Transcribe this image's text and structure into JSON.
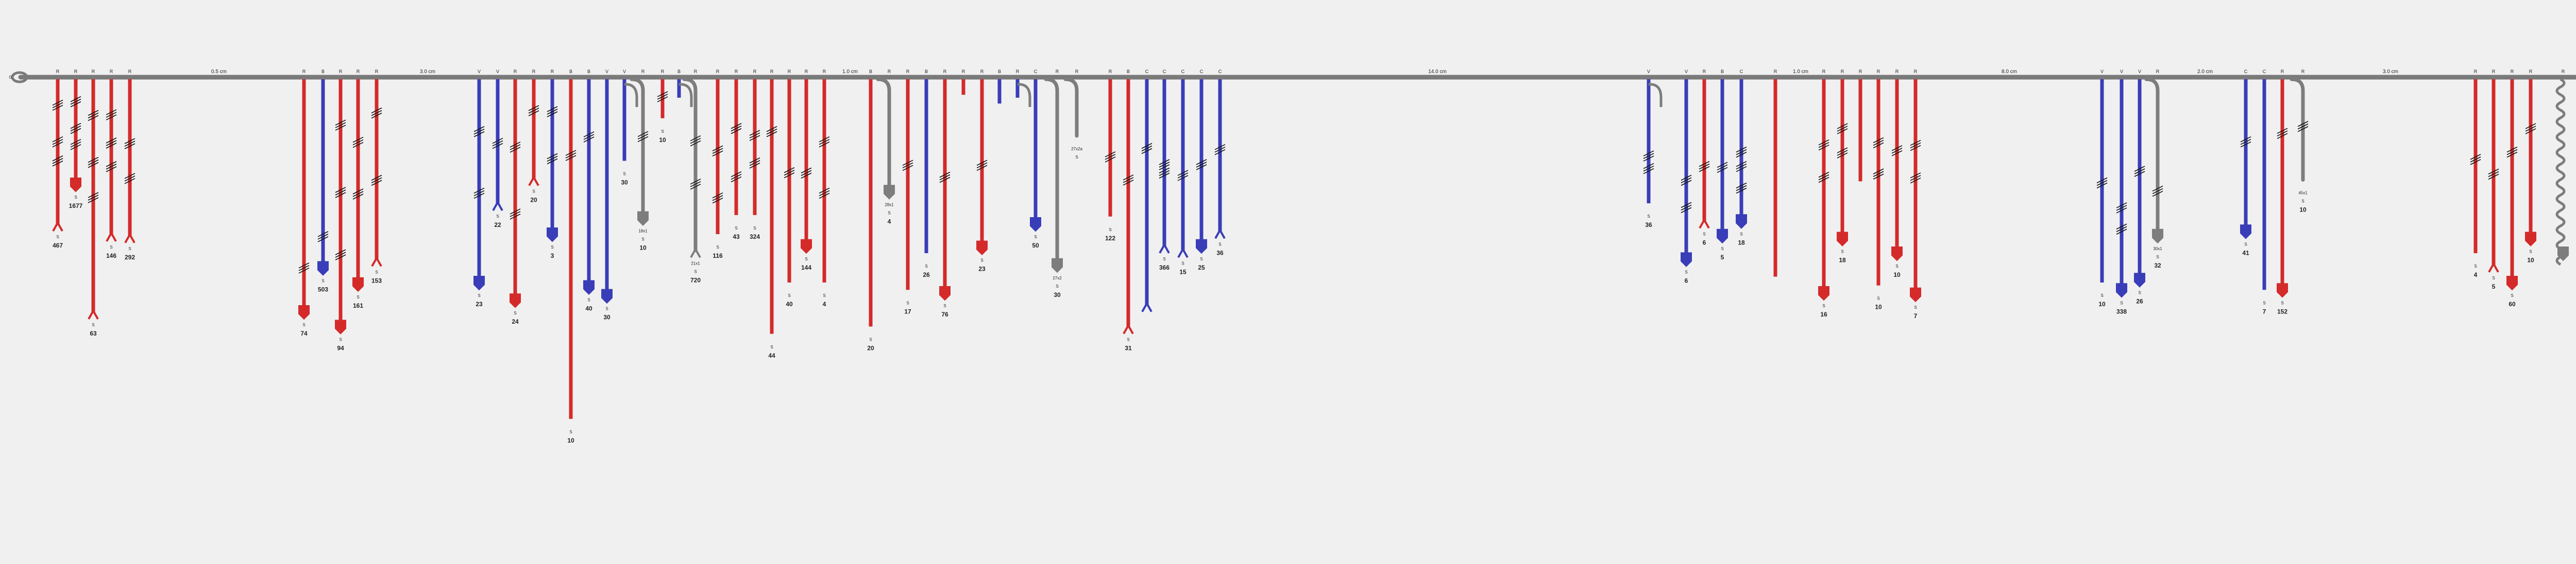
{
  "colors": {
    "background": "#f0f0f0",
    "axis": "#7a7a7a",
    "red": "#d42a2a",
    "blue": "#3a3db8",
    "gray": "#7d7d7d",
    "text": "#222222"
  },
  "root_label": "0",
  "spans": [
    {
      "label": "0.5 cm"
    },
    {
      "label": "3.0 cm"
    },
    {
      "label": "1.0 cm"
    },
    {
      "label": "14.0 cm"
    },
    {
      "label": "1.0 cm"
    },
    {
      "label": "8.0 cm"
    },
    {
      "label": "2.0 cm"
    },
    {
      "label": "3.0 cm"
    }
  ],
  "branches": [
    {
      "code": "R",
      "color": "red",
      "len": 100,
      "sep": 7,
      "wts": [
        3
      ],
      "id": "",
      "cnt": "",
      "num": "467",
      "tip": "open",
      "hash": [
        0.17,
        0.42,
        0.55
      ]
    },
    {
      "code": "R",
      "color": "red",
      "len": 73,
      "sep": 2,
      "wts": [],
      "id": "",
      "cnt": "",
      "num": "1677",
      "tip": "closed",
      "hash": [
        0.2,
        0.45,
        0.6
      ]
    },
    {
      "code": "R",
      "color": "red",
      "len": 160,
      "sep": 4,
      "wts": [],
      "id": "",
      "cnt": "",
      "num": "63",
      "tip": "open",
      "hash": [
        0.15,
        0.35,
        0.5
      ]
    },
    {
      "code": "R",
      "color": "red",
      "len": 107,
      "sep": 3,
      "wts": [],
      "id": "",
      "cnt": "",
      "num": "146",
      "tip": "open",
      "hash": [
        0.22,
        0.4,
        0.55
      ]
    },
    {
      "code": "R",
      "color": "red",
      "len": 108,
      "sep": 6,
      "wts": [],
      "id": "",
      "cnt": "",
      "num": "292",
      "tip": "open",
      "hash": [
        0.4,
        0.62
      ]
    },
    {
      "code": "R",
      "color": "red",
      "len": 160,
      "sep": 5,
      "wts": [
        4
      ],
      "id": "",
      "cnt": "",
      "num": "74",
      "tip": "closed",
      "hash": [
        0.8
      ]
    },
    {
      "code": "B",
      "color": "blue",
      "len": 130,
      "sep": 3,
      "wts": [],
      "id": "",
      "cnt": "",
      "num": "503",
      "tip": "closed",
      "hash": [
        0.82
      ]
    },
    {
      "code": "R",
      "color": "red",
      "len": 170,
      "sep": 2,
      "wts": [],
      "id": "",
      "cnt": "",
      "num": "94",
      "tip": "closed",
      "hash": [
        0.18,
        0.45,
        0.7
      ]
    },
    {
      "code": "R",
      "color": "red",
      "len": 141,
      "sep": 6,
      "wts": [],
      "id": "",
      "cnt": "",
      "num": "161",
      "tip": "closed",
      "hash": [
        0.3,
        0.55
      ]
    },
    {
      "code": "R",
      "color": "red",
      "len": 124,
      "sep": 3,
      "wts": [],
      "id": "",
      "cnt": "",
      "num": "153",
      "tip": "open",
      "hash": [
        0.18,
        0.55
      ]
    },
    {
      "code": "V",
      "color": "blue",
      "len": 140,
      "sep": 4,
      "wts": [],
      "id": "",
      "cnt": "",
      "num": "23",
      "tip": "closed",
      "hash": [
        0.25,
        0.55
      ]
    },
    {
      "code": "V",
      "color": "blue",
      "len": 86,
      "sep": 3,
      "wts": [],
      "id": "",
      "cnt": "",
      "num": "22",
      "tip": "open",
      "hash": [
        0.5
      ]
    },
    {
      "code": "R",
      "color": "red",
      "len": 152,
      "sep": 3,
      "wts": [],
      "id": "",
      "cnt": "",
      "num": "24",
      "tip": "closed",
      "hash": [
        0.3,
        0.6
      ]
    },
    {
      "code": "R",
      "color": "red",
      "len": 69,
      "sep": 3,
      "wts": [],
      "id": "",
      "cnt": "",
      "num": "20",
      "tip": "open",
      "hash": [
        0.3
      ]
    },
    {
      "code": "R",
      "color": "blue",
      "len": 107,
      "sep": 3,
      "wts": [],
      "id": "",
      "cnt": "",
      "num": "3",
      "tip": "closed",
      "hash": [
        0.2,
        0.5
      ]
    },
    {
      "code": "B",
      "color": "red",
      "len": 233,
      "sep": 6,
      "wts": [],
      "id": "",
      "cnt": "",
      "num": "10",
      "tip": "none",
      "hash": [
        0.22
      ]
    },
    {
      "code": "B",
      "color": "blue",
      "len": 143,
      "sep": 5,
      "wts": [],
      "id": "",
      "cnt": "",
      "num": "40",
      "tip": "closed",
      "hash": [
        0.27
      ]
    },
    {
      "code": "V",
      "color": "blue",
      "len": 149,
      "sep": 5,
      "wts": [],
      "id": "",
      "cnt": "",
      "num": "30",
      "tip": "closed",
      "hash": []
    },
    {
      "code": "V",
      "color": "blue",
      "len": 57,
      "sep": 4,
      "wts": [],
      "id": "",
      "cnt": "",
      "num": "30",
      "tip": "none",
      "hash": [],
      "loop": true
    },
    {
      "code": "R",
      "color": "gray",
      "len": 96,
      "sep": 6,
      "wts": [],
      "id": "18x1",
      "cnt": "",
      "num": "10",
      "tip": "closed",
      "hash": [
        0.4
      ],
      "gray_curl": true
    },
    {
      "code": "R",
      "color": "red",
      "len": 28,
      "sep": 2,
      "wts": [],
      "id": "",
      "cnt": "",
      "num": "10",
      "tip": "none",
      "hash": [
        0.4
      ]
    },
    {
      "code": "B",
      "color": "blue",
      "len": 14,
      "sep": 2,
      "wts": [],
      "id": "",
      "cnt": "",
      "num": "",
      "tip": "none",
      "hash": [],
      "loop": true
    },
    {
      "code": "R",
      "color": "gray",
      "len": 118,
      "sep": 4,
      "wts": [],
      "id": "21x1",
      "cnt": "",
      "num": "720",
      "tip": "open",
      "hash": [
        0.35,
        0.6
      ],
      "gray_curl": true
    },
    {
      "code": "R",
      "color": "red",
      "len": 107,
      "sep": 3,
      "wts": [],
      "id": "",
      "cnt": "",
      "num": "116",
      "tip": "none",
      "hash": [
        0.45,
        0.75
      ]
    },
    {
      "code": "R",
      "color": "red",
      "len": 94,
      "sep": 4,
      "wts": [],
      "id": "",
      "cnt": "",
      "num": "43",
      "tip": "none",
      "hash": [
        0.35,
        0.7
      ]
    },
    {
      "code": "R",
      "color": "red",
      "len": 94,
      "sep": 4,
      "wts": [],
      "id": "",
      "cnt": "",
      "num": "324",
      "tip": "none",
      "hash": [
        0.4,
        0.6
      ]
    },
    {
      "code": "R",
      "color": "red",
      "len": 175,
      "sep": 3,
      "wts": [],
      "id": "",
      "cnt": "",
      "num": "44",
      "tip": "none",
      "hash": [
        0.2
      ]
    },
    {
      "code": "R",
      "color": "red",
      "len": 140,
      "sep": 5,
      "wts": [],
      "id": "",
      "cnt": "",
      "num": "40",
      "tip": "none",
      "hash": [
        0.45
      ]
    },
    {
      "code": "R",
      "color": "red",
      "len": 115,
      "sep": 3,
      "wts": [],
      "id": "",
      "cnt": "",
      "num": "144",
      "tip": "closed",
      "hash": [
        0.55
      ]
    },
    {
      "code": "R",
      "color": "red",
      "len": 140,
      "sep": 4,
      "wts": [],
      "id": "",
      "cnt": "",
      "num": "4",
      "tip": "none",
      "hash": [
        0.3,
        0.55
      ]
    },
    {
      "code": "B",
      "color": "red",
      "len": 170,
      "sep": 3,
      "wts": [],
      "id": "",
      "cnt": "",
      "num": "20",
      "tip": "none",
      "hash": []
    },
    {
      "code": "R",
      "color": "gray",
      "len": 78,
      "sep": 5,
      "wts": [],
      "id": "28x1",
      "cnt": "",
      "num": "4",
      "tip": "closed",
      "hash": [],
      "gray_curl": true
    },
    {
      "code": "R",
      "color": "red",
      "len": 145,
      "sep": 3,
      "wts": [],
      "id": "",
      "cnt": "",
      "num": "17",
      "tip": "none",
      "hash": [
        0.4
      ]
    },
    {
      "code": "B",
      "color": "blue",
      "len": 120,
      "sep": 5,
      "wts": [],
      "id": "",
      "cnt": "",
      "num": "26",
      "tip": "none",
      "hash": []
    },
    {
      "code": "R",
      "color": "red",
      "len": 147,
      "sep": 5,
      "wts": [],
      "id": "",
      "cnt": "",
      "num": "76",
      "tip": "closed",
      "hash": [
        0.45
      ]
    },
    {
      "code": "R",
      "color": "red",
      "len": 12,
      "sep": 0,
      "wts": [],
      "id": "",
      "cnt": "",
      "num": "",
      "tip": "none",
      "hash": []
    },
    {
      "code": "R",
      "color": "red",
      "len": 116,
      "sep": 2,
      "wts": [],
      "id": "",
      "cnt": "",
      "num": "23",
      "tip": "closed",
      "hash": [
        0.5
      ]
    },
    {
      "code": "B",
      "color": "blue",
      "len": 18,
      "sep": 1,
      "wts": [],
      "id": "",
      "cnt": "",
      "num": "",
      "tip": "none",
      "hash": []
    },
    {
      "code": "R",
      "color": "blue",
      "len": 14,
      "sep": 1,
      "wts": [],
      "id": "",
      "cnt": "",
      "num": "",
      "tip": "none",
      "hash": [],
      "loop": true
    },
    {
      "code": "C",
      "color": "blue",
      "len": 100,
      "sep": 4,
      "wts": [],
      "id": "",
      "cnt": "",
      "num": "50",
      "tip": "closed",
      "hash": []
    },
    {
      "code": "R",
      "color": "gray",
      "len": 128,
      "sep": 6,
      "wts": [],
      "id": "27x2",
      "cnt": "",
      "num": "30",
      "tip": "closed",
      "hash": [],
      "gray_curl": true
    },
    {
      "code": "R",
      "color": "gray",
      "len": 40,
      "sep": 3,
      "wts": [],
      "id": "27x2a",
      "cnt": "",
      "num": "",
      "tip": "none",
      "hash": [],
      "gray_curl": true
    },
    {
      "code": "R",
      "color": "red",
      "len": 95,
      "sep": 4,
      "wts": [],
      "id": "",
      "cnt": "",
      "num": "122",
      "tip": "none",
      "hash": [
        0.55
      ]
    },
    {
      "code": "B",
      "color": "red",
      "len": 170,
      "sep": 4,
      "wts": [],
      "id": "",
      "cnt": "",
      "num": "31",
      "tip": "open",
      "hash": [
        0.4
      ]
    },
    {
      "code": "C",
      "color": "blue",
      "len": 155,
      "sep": 4,
      "wts": [],
      "id": "",
      "cnt": "",
      "num": "",
      "tip": "open",
      "hash": [
        0.3
      ]
    },
    {
      "code": "C",
      "color": "blue",
      "len": 115,
      "sep": 4,
      "wts": [],
      "id": "",
      "cnt": "",
      "num": "366",
      "tip": "open",
      "hash": [
        0.5,
        0.55
      ]
    },
    {
      "code": "C",
      "color": "blue",
      "len": 118,
      "sep": 4,
      "wts": [],
      "id": "",
      "cnt": "",
      "num": "15",
      "tip": "open",
      "hash": [
        0.55
      ]
    },
    {
      "code": "C",
      "color": "blue",
      "len": 115,
      "sep": 4,
      "wts": [],
      "id": "",
      "cnt": "",
      "num": "25",
      "tip": "closed",
      "hash": [
        0.5
      ]
    },
    {
      "code": "C",
      "color": "blue",
      "len": 105,
      "sep": 2,
      "wts": [],
      "id": "",
      "cnt": "",
      "num": "36",
      "tip": "open",
      "hash": [
        0.45
      ]
    },
    {
      "code": "V",
      "color": "blue",
      "len": 86,
      "sep": 4,
      "wts": [],
      "id": "",
      "cnt": "",
      "num": "36",
      "tip": "none",
      "hash": [
        0.6,
        0.7
      ],
      "loop": true
    },
    {
      "code": "V",
      "color": "blue",
      "len": 124,
      "sep": 4,
      "wts": [],
      "id": "",
      "cnt": "",
      "num": "6",
      "tip": "closed",
      "hash": [
        0.55,
        0.7
      ]
    },
    {
      "code": "R",
      "color": "red",
      "len": 98,
      "sep": 6,
      "wts": [],
      "id": "",
      "cnt": "",
      "num": "6",
      "tip": "open",
      "hash": [
        0.6
      ]
    },
    {
      "code": "B",
      "color": "blue",
      "len": 108,
      "sep": 4,
      "wts": [],
      "id": "",
      "cnt": "",
      "num": "5",
      "tip": "closed",
      "hash": [
        0.55
      ]
    },
    {
      "code": "C",
      "color": "blue",
      "len": 98,
      "sep": 3,
      "wts": [],
      "id": "",
      "cnt": "",
      "num": "18",
      "tip": "closed",
      "hash": [
        0.5,
        0.6,
        0.75
      ]
    },
    {
      "code": "R",
      "color": "red",
      "len": 136,
      "sep": 4,
      "wts": [],
      "id": "",
      "cnt": "",
      "num": "",
      "tip": "none",
      "hash": []
    },
    {
      "code": "R",
      "color": "red",
      "len": 147,
      "sep": 4,
      "wts": [],
      "id": "",
      "cnt": "",
      "num": "16",
      "tip": "closed",
      "hash": [
        0.3,
        0.45
      ]
    },
    {
      "code": "R",
      "color": "red",
      "len": 110,
      "sep": 5,
      "wts": [],
      "id": "",
      "cnt": "",
      "num": "18",
      "tip": "closed",
      "hash": [
        0.3,
        0.45
      ]
    },
    {
      "code": "R",
      "color": "red",
      "len": 71,
      "sep": 2,
      "wts": [],
      "id": "",
      "cnt": "",
      "num": "",
      "tip": "none",
      "hash": []
    },
    {
      "code": "R",
      "color": "red",
      "len": 142,
      "sep": 5,
      "wts": [],
      "id": "",
      "cnt": "",
      "num": "10",
      "tip": "none",
      "hash": [
        0.3,
        0.45
      ]
    },
    {
      "code": "R",
      "color": "red",
      "len": 120,
      "sep": 3,
      "wts": [],
      "id": "",
      "cnt": "",
      "num": "10",
      "tip": "closed",
      "hash": [
        0.4
      ]
    },
    {
      "code": "R",
      "color": "red",
      "len": 148,
      "sep": 3,
      "wts": [],
      "id": "",
      "cnt": "",
      "num": "7",
      "tip": "closed",
      "hash": [
        0.3,
        0.45
      ]
    },
    {
      "code": "V",
      "color": "blue",
      "len": 140,
      "sep": 3,
      "wts": [],
      "id": "",
      "cnt": "",
      "num": "10",
      "tip": "none",
      "hash": [
        0.5
      ]
    },
    {
      "code": "V",
      "color": "blue",
      "len": 145,
      "sep": 3,
      "wts": [],
      "id": "",
      "cnt": "",
      "num": "338",
      "tip": "closed",
      "hash": [
        0.6,
        0.7
      ]
    },
    {
      "code": "V",
      "color": "blue",
      "len": 138,
      "sep": 5,
      "wts": [],
      "id": "",
      "cnt": "",
      "num": "26",
      "tip": "closed",
      "hash": [
        0.45
      ]
    },
    {
      "code": "R",
      "color": "gray",
      "len": 108,
      "sep": 5,
      "wts": [],
      "id": "30x1",
      "cnt": "",
      "num": "32",
      "tip": "closed",
      "hash": [
        0.7
      ],
      "gray_curl": true
    },
    {
      "code": "C",
      "color": "blue",
      "len": 105,
      "sep": 5,
      "wts": [],
      "id": "",
      "cnt": "",
      "num": "41",
      "tip": "closed",
      "hash": [
        0.4
      ]
    },
    {
      "code": "C",
      "color": "blue",
      "len": 145,
      "sep": 6,
      "wts": [],
      "id": "",
      "cnt": "",
      "num": "7",
      "tip": "none",
      "hash": []
    },
    {
      "code": "R",
      "color": "red",
      "len": 145,
      "sep": 3,
      "wts": [],
      "id": "",
      "cnt": "",
      "num": "152",
      "tip": "closed",
      "hash": [
        0.25
      ]
    },
    {
      "code": "R",
      "color": "gray",
      "len": 70,
      "sep": 4,
      "wts": [],
      "id": "45x1",
      "cnt": "",
      "num": "10",
      "tip": "none",
      "hash": [
        0.45
      ],
      "gray_curl": true
    },
    {
      "code": "R",
      "color": "red",
      "len": 120,
      "sep": 5,
      "wts": [],
      "id": "",
      "cnt": "",
      "num": "4",
      "tip": "none",
      "hash": [
        0.45
      ]
    },
    {
      "code": "R",
      "color": "red",
      "len": 128,
      "sep": 4,
      "wts": [],
      "id": "",
      "cnt": "",
      "num": "5",
      "tip": "open",
      "hash": [
        0.5
      ]
    },
    {
      "code": "R",
      "color": "red",
      "len": 140,
      "sep": 4,
      "wts": [],
      "id": "",
      "cnt": "",
      "num": "60",
      "tip": "closed",
      "hash": [
        0.35
      ]
    },
    {
      "code": "R",
      "color": "red",
      "len": 110,
      "sep": 4,
      "wts": [],
      "id": "",
      "cnt": "",
      "num": "10",
      "tip": "closed",
      "hash": [
        0.3
      ]
    },
    {
      "code": "R",
      "color": "gray",
      "len": 120,
      "sep": 0,
      "wts": [],
      "id": "",
      "cnt": "",
      "num": "",
      "tip": "closed",
      "hash": [],
      "wavy": true
    }
  ]
}
